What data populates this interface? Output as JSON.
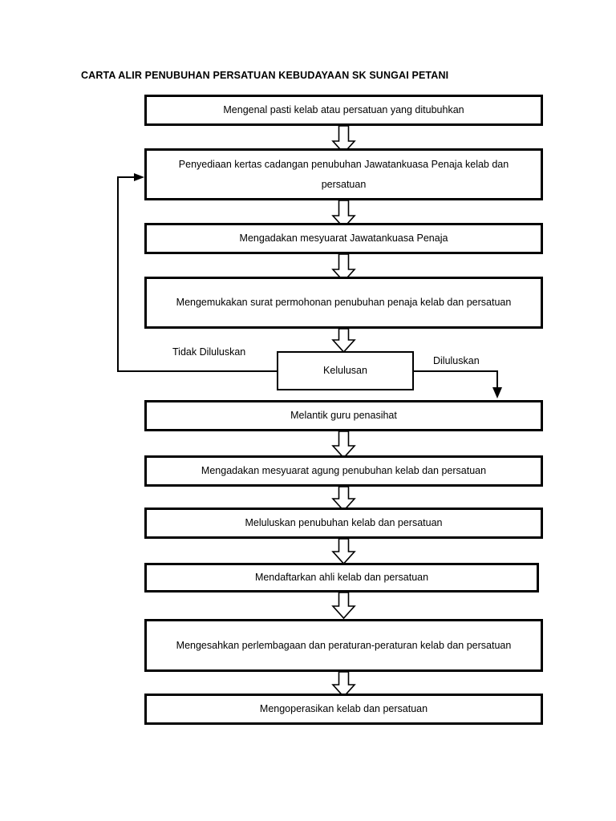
{
  "document": {
    "title": "CARTA ALIR PENUBUHAN PERSATUAN KEBUDAYAAN SK SUNGAI PETANI"
  },
  "flowchart": {
    "orientation": "top-to-bottom",
    "stroke_color": "#000000",
    "fill_color": "#ffffff",
    "nodes": [
      {
        "id": "n1",
        "type": "process",
        "label": "Mengenal pasti kelab atau persatuan yang ditubuhkan"
      },
      {
        "id": "n2",
        "type": "process",
        "label": "Penyediaan kertas cadangan penubuhan Jawatankuasa Penaja kelab dan persatuan"
      },
      {
        "id": "n3",
        "type": "process",
        "label": "Mengadakan mesyuarat Jawatankuasa Penaja"
      },
      {
        "id": "n4",
        "type": "process",
        "label": "Mengemukakan surat permohonan penubuhan penaja kelab dan persatuan"
      },
      {
        "id": "n5",
        "type": "decision",
        "label": "Kelulusan"
      },
      {
        "id": "n6",
        "type": "process",
        "label": "Melantik guru penasihat"
      },
      {
        "id": "n7",
        "type": "process",
        "label": "Mengadakan mesyuarat agung penubuhan kelab dan persatuan"
      },
      {
        "id": "n8",
        "type": "process",
        "label": "Meluluskan penubuhan kelab dan persatuan"
      },
      {
        "id": "n9",
        "type": "process",
        "label": "Mendaftarkan ahli kelab dan persatuan"
      },
      {
        "id": "n10",
        "type": "process",
        "label": "Mengesahkan perlembagaan dan peraturan-peraturan kelab dan persatuan"
      },
      {
        "id": "n11",
        "type": "process",
        "label": "Mengoperasikan kelab dan persatuan"
      }
    ],
    "branch_labels": {
      "reject": "Tidak Diluluskan",
      "approve": "Diluluskan"
    },
    "edges": [
      {
        "from": "n1",
        "to": "n2",
        "style": "block-arrow"
      },
      {
        "from": "n2",
        "to": "n3",
        "style": "block-arrow"
      },
      {
        "from": "n3",
        "to": "n4",
        "style": "block-arrow"
      },
      {
        "from": "n4",
        "to": "n5",
        "style": "block-arrow"
      },
      {
        "from": "n5",
        "to": "n2",
        "style": "line-arrow",
        "label": "Tidak Diluluskan",
        "direction": "left-loop-up"
      },
      {
        "from": "n5",
        "to": "n6",
        "style": "line-arrow",
        "label": "Diluluskan",
        "direction": "right-down"
      },
      {
        "from": "n6",
        "to": "n7",
        "style": "block-arrow"
      },
      {
        "from": "n7",
        "to": "n8",
        "style": "block-arrow"
      },
      {
        "from": "n8",
        "to": "n9",
        "style": "block-arrow"
      },
      {
        "from": "n9",
        "to": "n10",
        "style": "block-arrow"
      },
      {
        "from": "n10",
        "to": "n11",
        "style": "block-arrow"
      }
    ]
  }
}
